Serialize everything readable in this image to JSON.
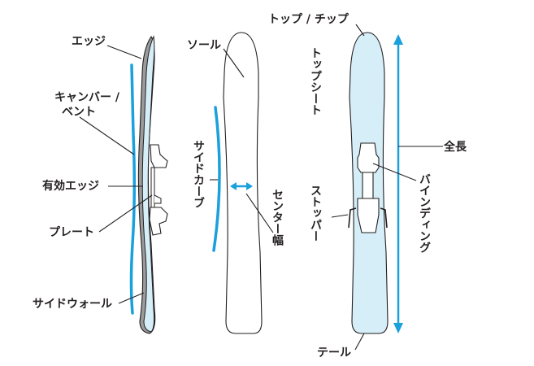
{
  "labels": {
    "edge": "エッジ",
    "camber_line1": "キャンバー /",
    "camber_line2": "ベント",
    "effective_edge": "有効エッジ",
    "plate": "プレート",
    "sidewall": "サイドウォール",
    "sole": "ソール",
    "sidecut": "サイドカーブ",
    "waist_width": "センター幅",
    "tip_tail_top": "トップ / チップ",
    "topsheet": "トップシート",
    "stopper": "ストッパー",
    "binding": "バインディング",
    "overall_length": "全長",
    "tail": "テール"
  },
  "colors": {
    "ski_fill_light": "#d6eef8",
    "accent_blue": "#1aa0dc",
    "edge_gray": "#9b9b9b",
    "outline": "#231f20"
  }
}
